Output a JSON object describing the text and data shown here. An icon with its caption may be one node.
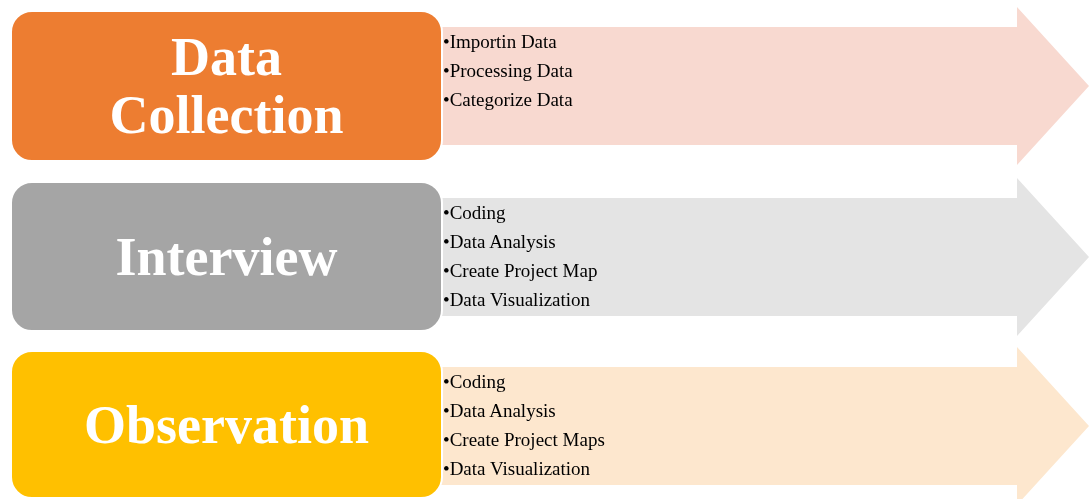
{
  "diagram": {
    "nodes": [
      {
        "text": [
          "Data Collection"
        ]
      },
      {
        "text": [
          "•Importin Data",
          "•Processing Data",
          "•Categorize Data"
        ]
      },
      {
        "text": [
          "Interview"
        ]
      },
      {
        "text": [
          "•Coding",
          "•Data Analysis",
          "•Create Project Map",
          "•Data Visualization"
        ]
      },
      {
        "text": [
          "Observation"
        ]
      },
      {
        "text": [
          "•Coding",
          "•Data Analysis",
          "•Create Project Maps",
          "•Data Visualization"
        ]
      }
    ],
    "edges": []
  }
}
